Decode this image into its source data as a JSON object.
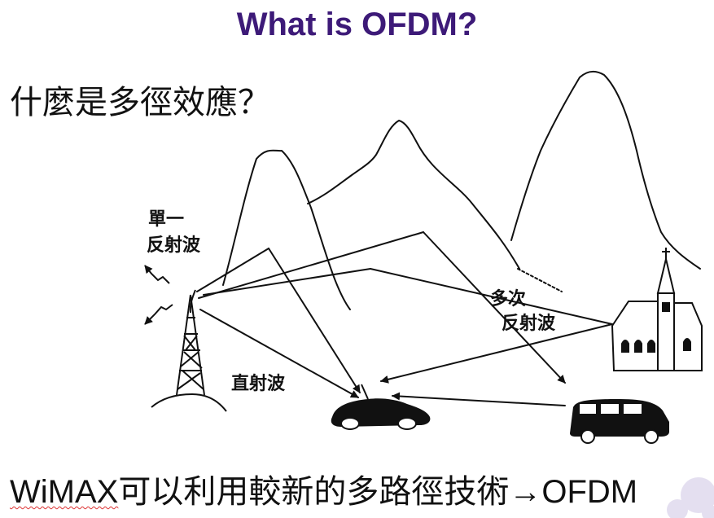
{
  "title": "What is OFDM?",
  "question": "什麼是多徑效應？",
  "diagram": {
    "label_single_line1": "單一",
    "label_single_line2": "反射波",
    "label_multi_line1": "多次",
    "label_multi_line2": "反射波",
    "label_direct": "直射波"
  },
  "bottom": {
    "brand": "WiMAX",
    "middle": "可以利用較新的多路徑技術",
    "arrow": "→",
    "tail": "OFDM"
  },
  "colors": {
    "title": "#3d1a78",
    "watermark": "#d9d2ea"
  }
}
